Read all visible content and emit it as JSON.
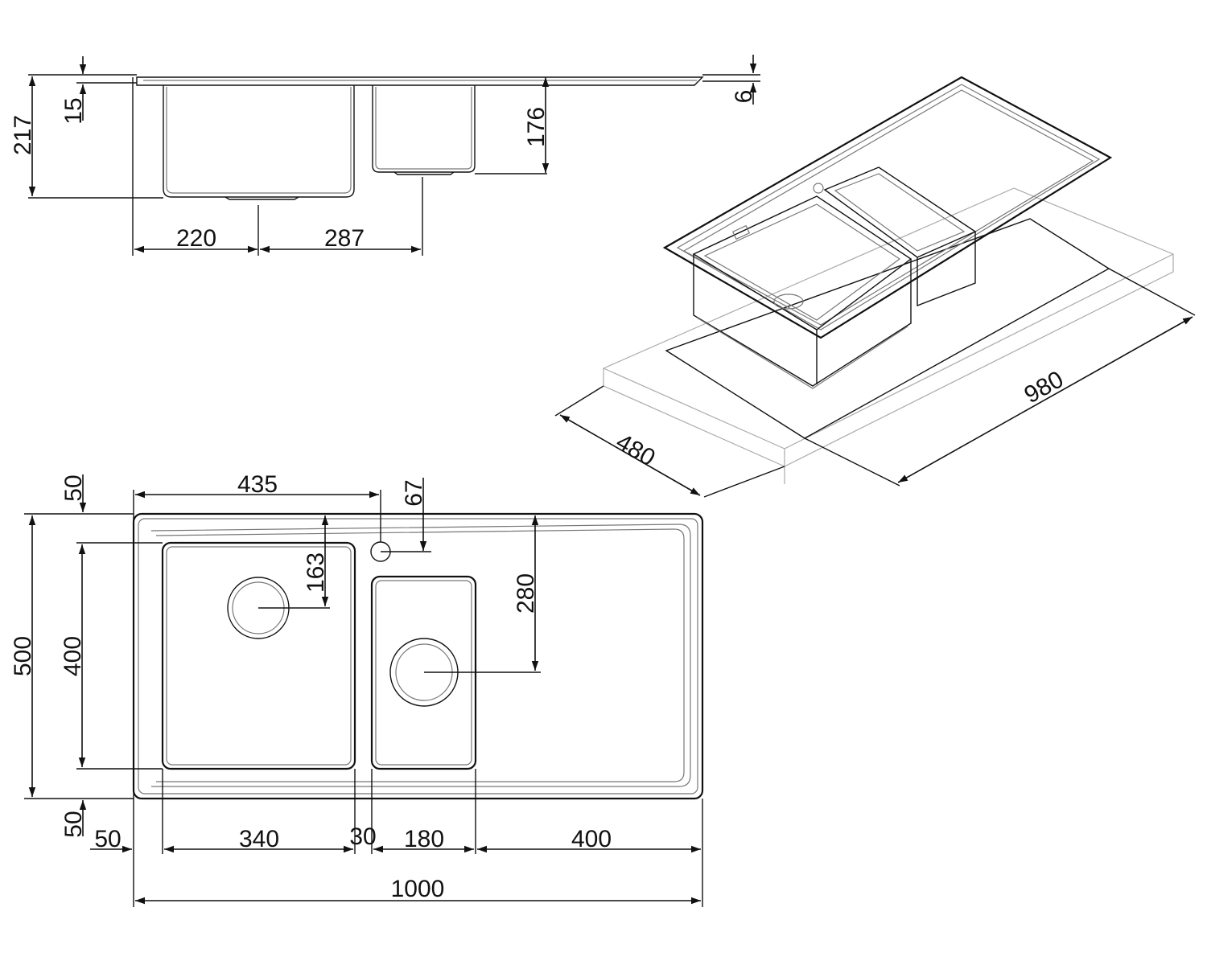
{
  "drawing": {
    "side_view": {
      "total_height": "217",
      "rim_thickness": "15",
      "small_bowl_depth": "176",
      "edge_thickness": "6",
      "drain_offset_main": "220",
      "drain_offset_secondary": "287"
    },
    "isometric_view": {
      "cutout_depth": "480",
      "cutout_width": "980"
    },
    "top_view": {
      "top_margin": "50",
      "main_bowl_drain_offset": "435",
      "tap_hole_offset": "67",
      "main_drain_from_front": "163",
      "overall_depth": "500",
      "main_bowl_depth": "400",
      "small_drain_from_front": "280",
      "bottom_margin": "50",
      "left_margin": "50",
      "main_bowl_width": "340",
      "bowl_gap": "30",
      "small_bowl_width": "180",
      "drainer_width": "400",
      "overall_width": "1000"
    }
  }
}
